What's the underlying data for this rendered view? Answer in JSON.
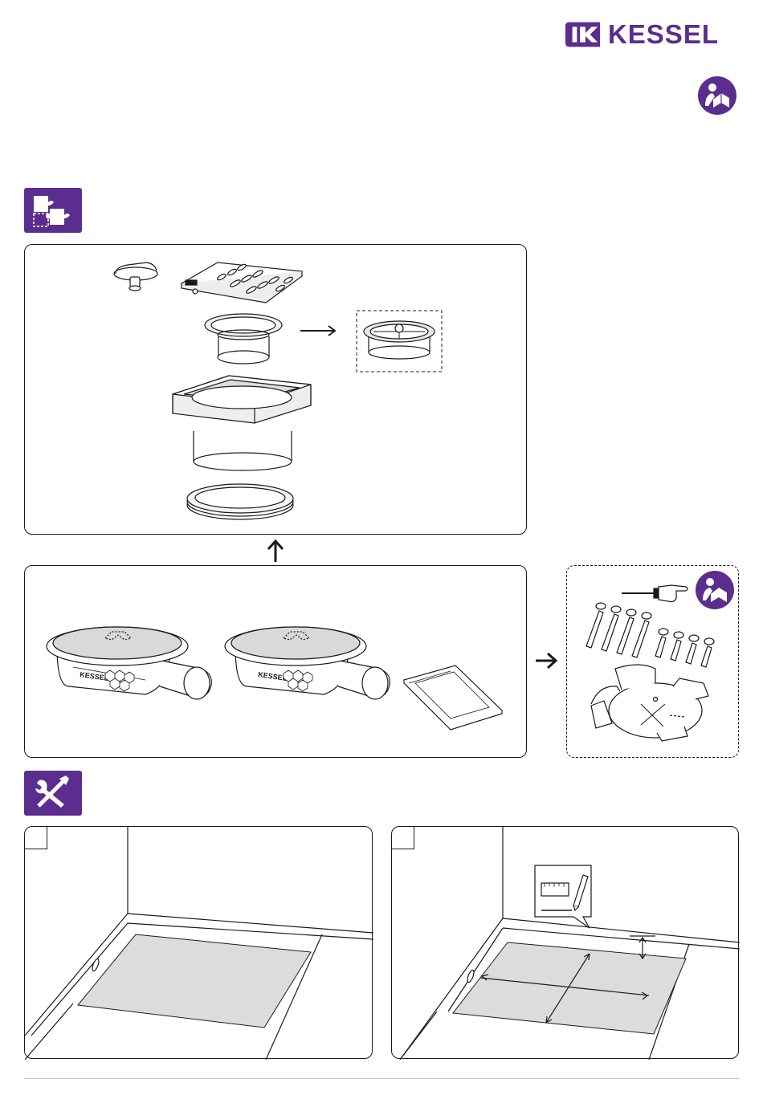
{
  "brand": {
    "name": "KESSEL",
    "color": "#5b2d8e"
  },
  "icons": {
    "logo": "kessel-logo-mark",
    "manual": "read-manual-icon",
    "components": "puzzle-icon",
    "installation": "tools-icon",
    "arrow_right": "arrow-right-icon",
    "arrow_up": "arrow-up-icon",
    "hand": "pointing-hand-icon",
    "measure": "ruler-pencil-icon"
  },
  "labels": {
    "drain_body_text": "KESSEL"
  },
  "colors": {
    "accent": "#5b2d8e",
    "line": "#1a1a1a",
    "floor": "#dcdcdc"
  }
}
